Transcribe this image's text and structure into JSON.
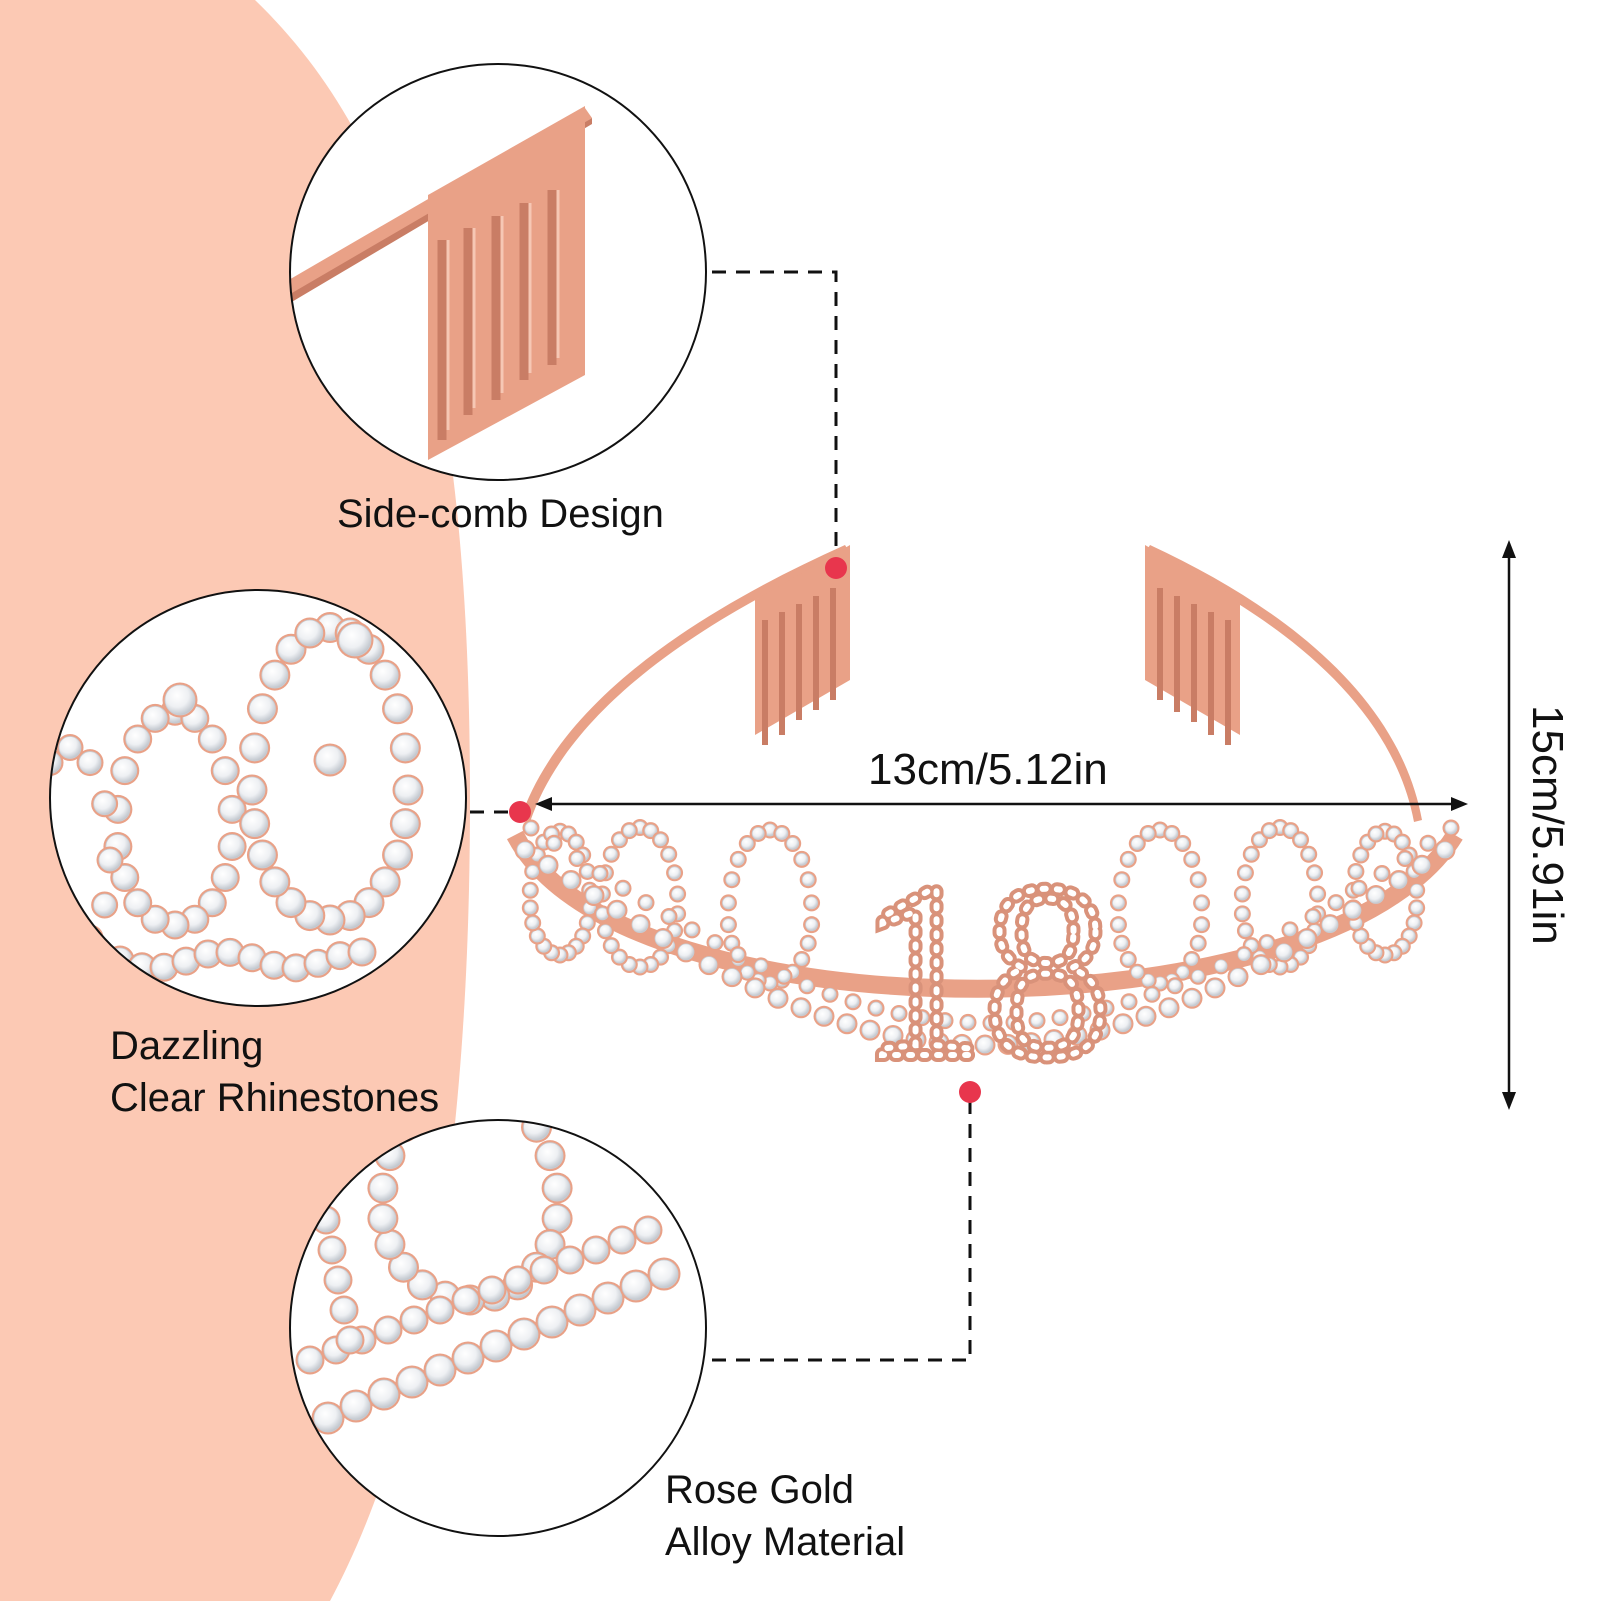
{
  "colors": {
    "background": "#ffffff",
    "peach_band": "#fcc9b4",
    "rose_gold": "#e9a187",
    "rose_gold_dark": "#c97d65",
    "rose_gold_light": "#f6c7b4",
    "marker": "#e8364d",
    "leader_line": "#111111"
  },
  "callouts": {
    "side_comb": {
      "label": "Side-comb Design"
    },
    "rhinestones": {
      "line1": "Dazzling",
      "line2": "Clear Rhinestones"
    },
    "material": {
      "line1": "Rose Gold",
      "line2": "Alloy Material"
    }
  },
  "dimensions": {
    "width": "13cm/5.12in",
    "height": "15cm/5.91in"
  },
  "product": {
    "number": "18"
  }
}
